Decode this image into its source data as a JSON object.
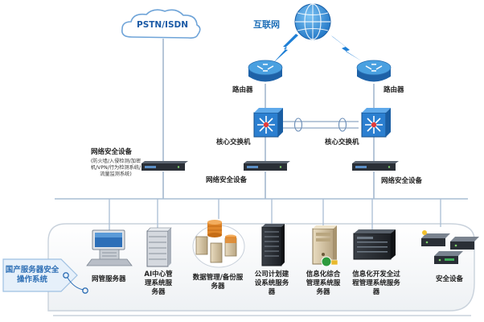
{
  "nodes": {
    "pstn": "PSTN/ISDN",
    "internet": "互联网",
    "router_left": "路由器",
    "router_right": "路由器",
    "core_switch_left": "核心交换机",
    "core_switch_right": "核心交换机",
    "netsec_left_title": "网络安全设备",
    "netsec_left_detail": "(防火墙/入侵检测/加密机/VPN/行为检测系统/流量监测系统)",
    "netsec_center": "网络安全设备",
    "netsec_right": "网络安全设备",
    "os_label": "国产服务器安全操作系统"
  },
  "servers": [
    {
      "label": "网管服务器"
    },
    {
      "label": "AI中心管理系统服务器"
    },
    {
      "label": "数据管理/备份服务器"
    },
    {
      "label": "公司计划建设系统服务器"
    },
    {
      "label": "信息化综合管理系统服务器"
    },
    {
      "label": "信息化开发全过程管理系统服务器"
    },
    {
      "label": "安全设备"
    }
  ],
  "colors": {
    "link": "#8fa7c4",
    "bus": "#a9bdd4",
    "router_top": "#4aa0e0",
    "router_side": "#1e62a8",
    "switch_blue": "#2b7fd0",
    "lightning": "#1e7fd6",
    "os_tag": "#2e6fb5"
  },
  "icons": [
    "cloud-icon",
    "globe-icon",
    "router-icon",
    "switch-icon",
    "appliance-icon",
    "workstation-icon",
    "rack-server-icon",
    "database-icon",
    "tower-server-icon",
    "security-device-icon"
  ]
}
